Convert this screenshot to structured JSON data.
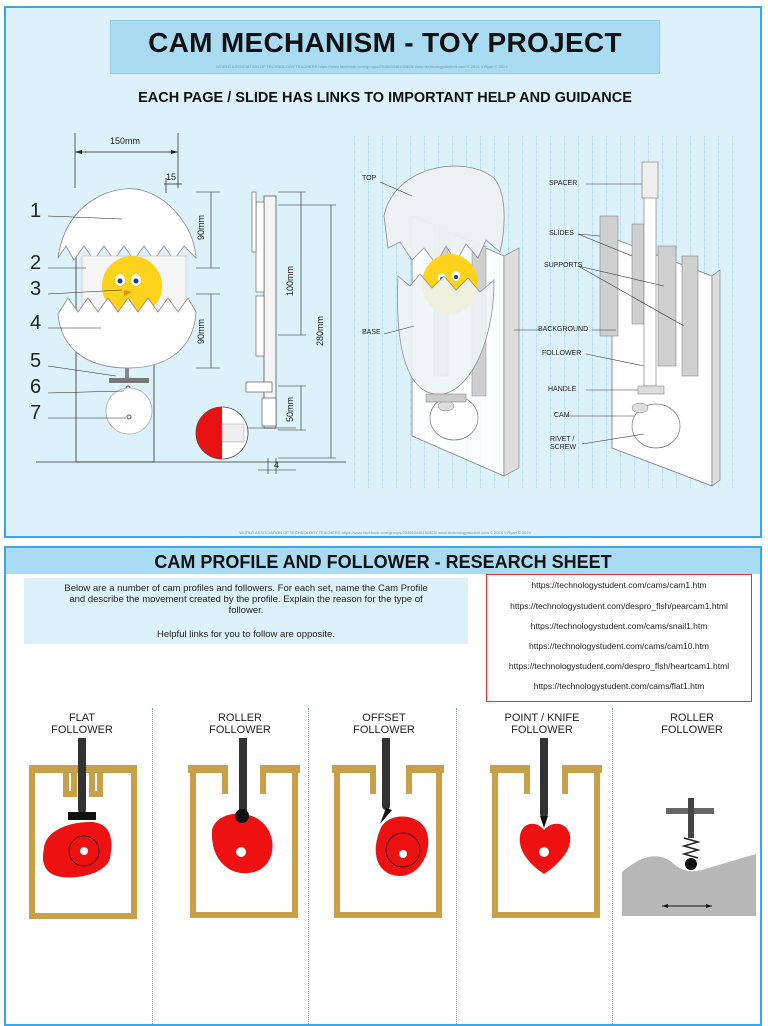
{
  "page1": {
    "title": "CAM MECHANISM - TOY PROJECT",
    "credits": "WORLD ASSOCIATION OF TECHNOLOGY TEACHERS     https://www.facebook.com/groups/254963448192823/     www.technologystudent.com © 2024     V.Ryan © 2024",
    "subtitle": "EACH PAGE / SLIDE HAS LINKS TO IMPORTANT HELP AND GUIDANCE",
    "part_numbers": [
      "1",
      "2",
      "3",
      "4",
      "5",
      "6",
      "7"
    ],
    "dimensions": {
      "width": "150mm",
      "offset": "15",
      "upper": "90mm",
      "lower": "90mm",
      "mid": "100mm",
      "total": "280mm",
      "base": "50mm",
      "thickness": "4"
    },
    "labels": {
      "top": "TOP",
      "base": "BASE",
      "spacer": "SPACER",
      "slides": "SLIDES",
      "supports": "SUPPORTS",
      "background": "BACKGROUND",
      "follower": "FOLLOWER",
      "handle": "HANDLE",
      "cam": "CAM",
      "rivet": "RIVET /",
      "screw": "SCREW"
    },
    "footer": "WORLD ASSOCIATION OF TECHNOLOGY TEACHERS     https://www.facebook.com/groups/254963448192823/     www.technologystudent.com © 2024     V.Ryan © 2024"
  },
  "page2": {
    "title": "CAM PROFILE AND FOLLOWER - RESEARCH SHEET",
    "instructions": [
      "Below are a number of cam profiles and followers. For each set, name the Cam Profile",
      "and describe the movement created by the profile. Explain the reason for the type of",
      "follower.",
      "Helpful links for you to follow are opposite."
    ],
    "links": [
      "https://technologystudent.com/cams/cam1.htm",
      "https://technologystudent.com/despro_flsh/pearcam1.html",
      "https://technologystudent.com/cams/snail1.htm",
      "https://technologystudent.com/cams/cam10.htm",
      "https://technologystudent.com/despro_flsh/heartcam1.html",
      "https://technologystudent.com/cams/flat1.htm"
    ],
    "followers": [
      {
        "line1": "FLAT",
        "line2": "FOLLOWER"
      },
      {
        "line1": "ROLLER",
        "line2": "FOLLOWER"
      },
      {
        "line1": "OFFSET",
        "line2": "FOLLOWER"
      },
      {
        "line1": "POINT / KNIFE",
        "line2": "FOLLOWER"
      },
      {
        "line1": "ROLLER",
        "line2": "FOLLOWER"
      }
    ]
  },
  "colors": {
    "accent": "#3aa7e6",
    "header_bg": "#a9dcf3",
    "sheet_bg": "#dcf1fa",
    "cam_red": "#ee1111",
    "frame_gold": "#c8a04a",
    "link_border": "#e23232"
  }
}
